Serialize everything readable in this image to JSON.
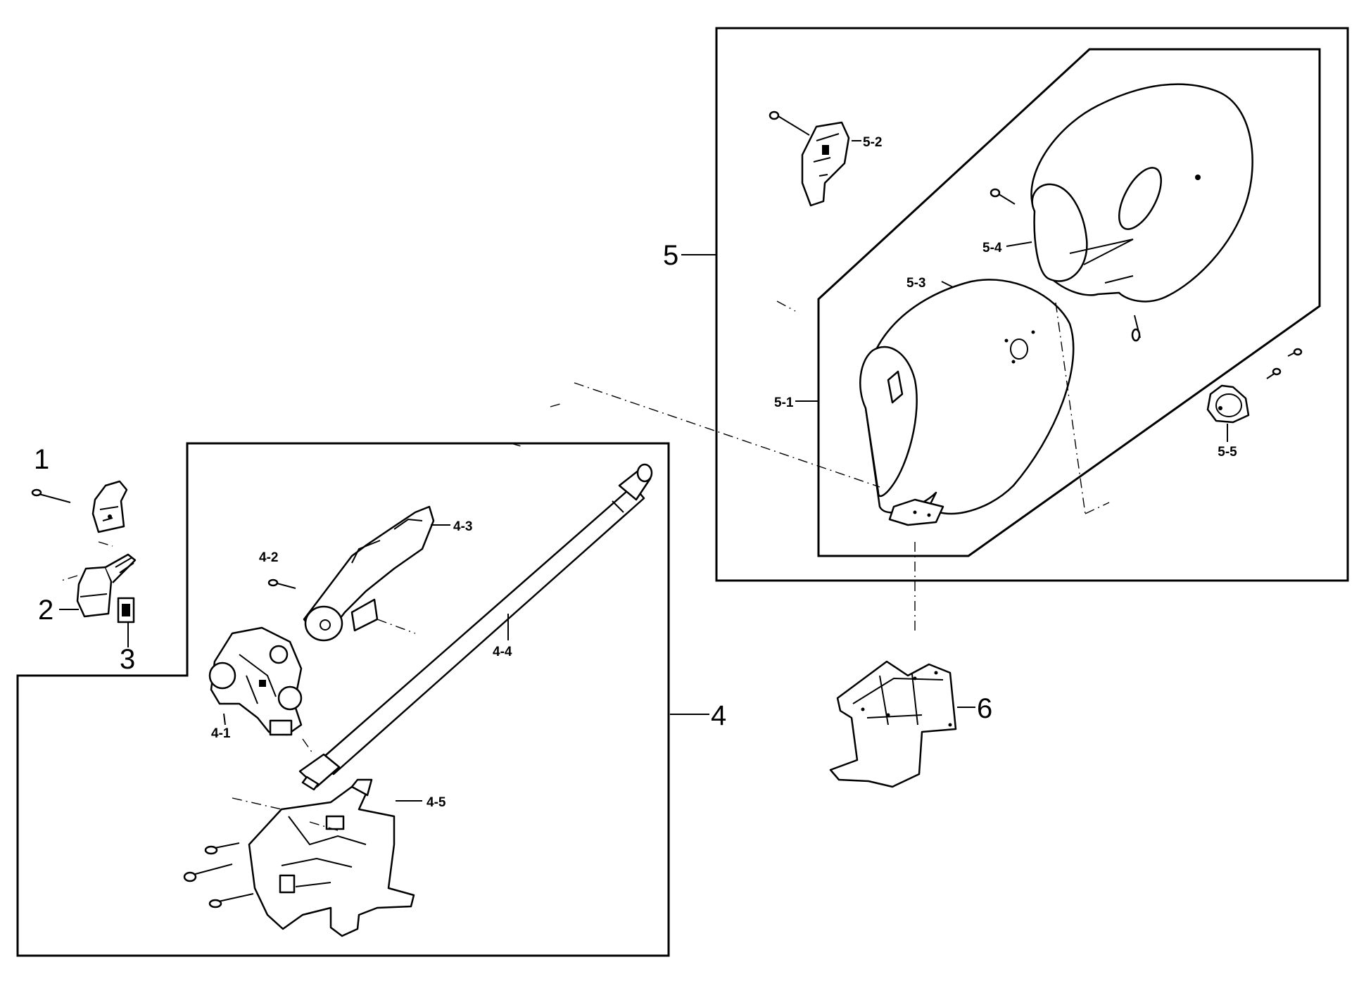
{
  "callouts": {
    "c1": "1",
    "c2": "2",
    "c3": "3",
    "c4": "4",
    "c4_1": "4-1",
    "c4_2": "4-2",
    "c4_3": "4-3",
    "c4_4": "4-4",
    "c4_5": "4-5",
    "c5": "5",
    "c5_1": "5-1",
    "c5_2": "5-2",
    "c5_3": "5-3",
    "c5_4": "5-4",
    "c5_5": "5-5",
    "c6": "6"
  },
  "colors": {
    "line": "#000000",
    "background": "#ffffff"
  }
}
